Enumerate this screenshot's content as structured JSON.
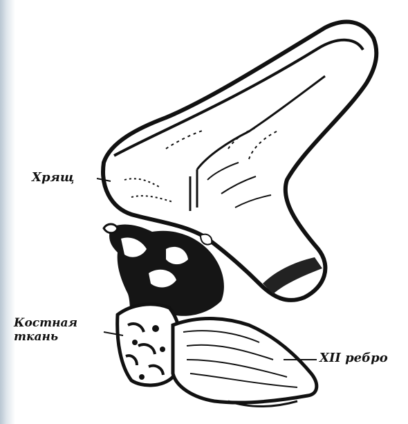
{
  "figure": {
    "labels": {
      "cartilage": "Хрящ",
      "bone_line1": "Костная",
      "bone_line2": "ткань",
      "rib": "XII ребро"
    },
    "colors": {
      "ink": "#111111",
      "paper": "#ffffff",
      "edge_shade": "#c3cfda"
    }
  }
}
